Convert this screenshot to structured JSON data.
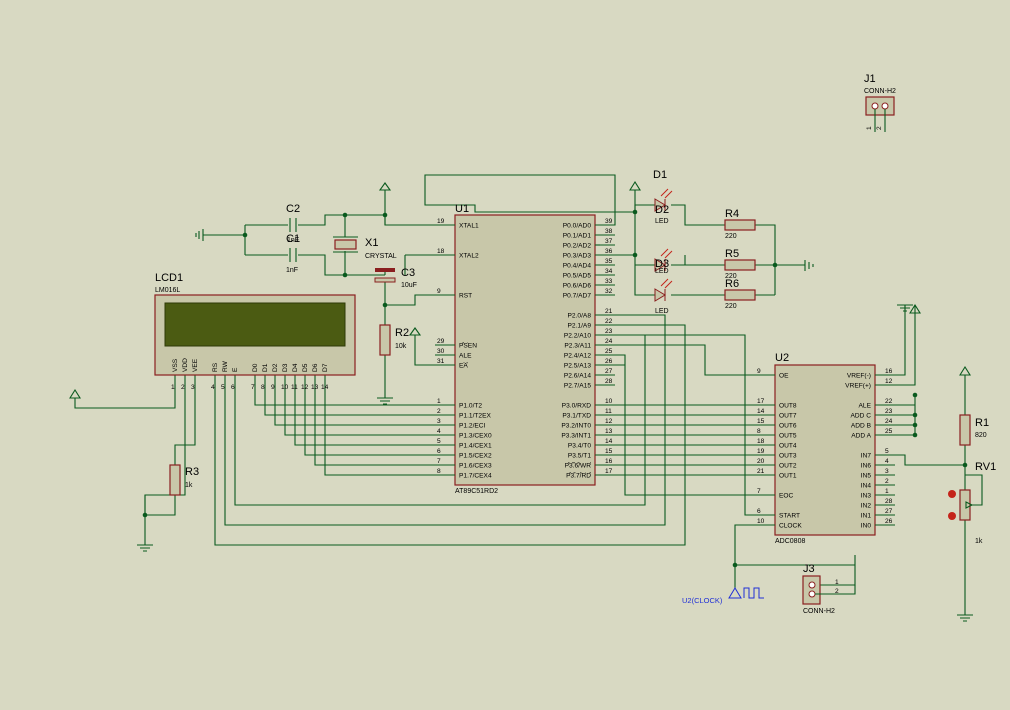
{
  "colors": {
    "background": "#d8d9c2",
    "wire": "#0a5a1e",
    "component_outline": "#8a1f1f",
    "component_fill": "#c8c7a9",
    "lcd_screen": "#4b5b12",
    "probe_label": "#1f2fd6"
  },
  "u1": {
    "ref": "U1",
    "part": "AT89C51RD2",
    "left_pins": [
      {
        "num": "19",
        "name": "XTAL1"
      },
      {
        "num": "18",
        "name": "XTAL2"
      },
      {
        "num": "9",
        "name": "RST"
      },
      {
        "num": "29",
        "name": "PSEN"
      },
      {
        "num": "30",
        "name": "ALE"
      },
      {
        "num": "31",
        "name": "EA"
      },
      {
        "num": "1",
        "name": "P1.0/T2"
      },
      {
        "num": "2",
        "name": "P1.1/T2EX"
      },
      {
        "num": "3",
        "name": "P1.2/ECI"
      },
      {
        "num": "4",
        "name": "P1.3/CEX0"
      },
      {
        "num": "5",
        "name": "P1.4/CEX1"
      },
      {
        "num": "6",
        "name": "P1.5/CEX2"
      },
      {
        "num": "7",
        "name": "P1.6/CEX3"
      },
      {
        "num": "8",
        "name": "P1.7/CEX4"
      }
    ],
    "right_pins": [
      {
        "num": "39",
        "name": "P0.0/AD0"
      },
      {
        "num": "38",
        "name": "P0.1/AD1"
      },
      {
        "num": "37",
        "name": "P0.2/AD2"
      },
      {
        "num": "36",
        "name": "P0.3/AD3"
      },
      {
        "num": "35",
        "name": "P0.4/AD4"
      },
      {
        "num": "34",
        "name": "P0.5/AD5"
      },
      {
        "num": "33",
        "name": "P0.6/AD6"
      },
      {
        "num": "32",
        "name": "P0.7/AD7"
      },
      {
        "num": "21",
        "name": "P2.0/A8"
      },
      {
        "num": "22",
        "name": "P2.1/A9"
      },
      {
        "num": "23",
        "name": "P2.2/A10"
      },
      {
        "num": "24",
        "name": "P2.3/A11"
      },
      {
        "num": "25",
        "name": "P2.4/A12"
      },
      {
        "num": "26",
        "name": "P2.5/A13"
      },
      {
        "num": "27",
        "name": "P2.6/A14"
      },
      {
        "num": "28",
        "name": "P2.7/A15"
      },
      {
        "num": "10",
        "name": "P3.0/RXD"
      },
      {
        "num": "11",
        "name": "P3.1/TXD"
      },
      {
        "num": "12",
        "name": "P3.2/INT0"
      },
      {
        "num": "13",
        "name": "P3.3/INT1"
      },
      {
        "num": "14",
        "name": "P3.4/T0"
      },
      {
        "num": "15",
        "name": "P3.5/T1"
      },
      {
        "num": "16",
        "name": "P3.6/WR"
      },
      {
        "num": "17",
        "name": "P3.7/RD"
      }
    ]
  },
  "u2": {
    "ref": "U2",
    "part": "ADC0808",
    "left_pins": [
      {
        "num": "9",
        "name": "OE"
      },
      {
        "num": "17",
        "name": "OUT8"
      },
      {
        "num": "14",
        "name": "OUT7"
      },
      {
        "num": "15",
        "name": "OUT6"
      },
      {
        "num": "8",
        "name": "OUT5"
      },
      {
        "num": "18",
        "name": "OUT4"
      },
      {
        "num": "19",
        "name": "OUT3"
      },
      {
        "num": "20",
        "name": "OUT2"
      },
      {
        "num": "21",
        "name": "OUT1"
      },
      {
        "num": "7",
        "name": "EOC"
      },
      {
        "num": "6",
        "name": "START"
      },
      {
        "num": "10",
        "name": "CLOCK"
      }
    ],
    "right_pins": [
      {
        "num": "16",
        "name": "VREF(-)"
      },
      {
        "num": "12",
        "name": "VREF(+)"
      },
      {
        "num": "22",
        "name": "ALE"
      },
      {
        "num": "23",
        "name": "ADD C"
      },
      {
        "num": "24",
        "name": "ADD B"
      },
      {
        "num": "25",
        "name": "ADD A"
      },
      {
        "num": "5",
        "name": "IN7"
      },
      {
        "num": "4",
        "name": "IN6"
      },
      {
        "num": "3",
        "name": "IN5"
      },
      {
        "num": "2",
        "name": "IN4"
      },
      {
        "num": "1",
        "name": "IN3"
      },
      {
        "num": "28",
        "name": "IN2"
      },
      {
        "num": "27",
        "name": "IN1"
      },
      {
        "num": "26",
        "name": "IN0"
      }
    ]
  },
  "lcd": {
    "ref": "LCD1",
    "part": "LM016L",
    "pins": [
      {
        "num": "1",
        "name": "VSS"
      },
      {
        "num": "2",
        "name": "VDD"
      },
      {
        "num": "3",
        "name": "VEE"
      },
      {
        "num": "4",
        "name": "RS"
      },
      {
        "num": "5",
        "name": "RW"
      },
      {
        "num": "6",
        "name": "E"
      },
      {
        "num": "7",
        "name": "D0"
      },
      {
        "num": "8",
        "name": "D1"
      },
      {
        "num": "9",
        "name": "D2"
      },
      {
        "num": "10",
        "name": "D3"
      },
      {
        "num": "11",
        "name": "D4"
      },
      {
        "num": "12",
        "name": "D5"
      },
      {
        "num": "13",
        "name": "D6"
      },
      {
        "num": "14",
        "name": "D7"
      }
    ]
  },
  "parts": {
    "c2": {
      "ref": "C2",
      "value": "1nF"
    },
    "c1": {
      "ref": "C1",
      "value": "1nF"
    },
    "x1": {
      "ref": "X1",
      "value": "CRYSTAL"
    },
    "c3": {
      "ref": "C3",
      "value": "10uF"
    },
    "r2": {
      "ref": "R2",
      "value": "10k"
    },
    "r3": {
      "ref": "R3",
      "value": "1k"
    },
    "r1": {
      "ref": "R1",
      "value": "820"
    },
    "rv1": {
      "ref": "RV1",
      "value": "1k"
    },
    "r4": {
      "ref": "R4",
      "value": "220"
    },
    "r5": {
      "ref": "R5",
      "value": "220"
    },
    "r6": {
      "ref": "R6",
      "value": "220"
    },
    "d1": {
      "ref": "D1",
      "value": "LED"
    },
    "d2": {
      "ref": "D2",
      "value": "LED"
    },
    "d3": {
      "ref": "D3",
      "value": "LED"
    },
    "j1": {
      "ref": "J1",
      "value": "CONN-H2",
      "pin1": "1",
      "pin2": "2"
    },
    "j3": {
      "ref": "J3",
      "value": "CONN-H2",
      "pin1": "1",
      "pin2": "2"
    }
  },
  "probe": {
    "label": "U2(CLOCK)"
  }
}
